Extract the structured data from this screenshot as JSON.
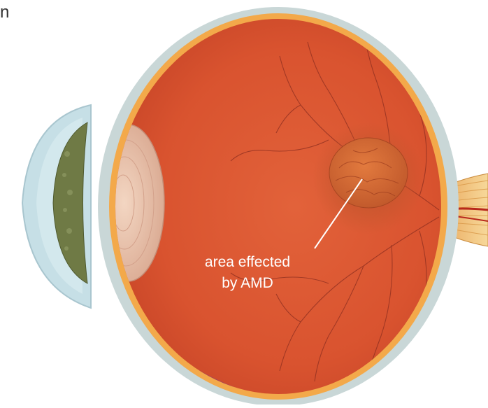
{
  "corner_text": "n",
  "annotation": {
    "line1": "area effected",
    "line2": "by AMD"
  },
  "colors": {
    "background": "#ffffff",
    "sclera": "#c9d7d7",
    "eye_interior": "#d9532f",
    "choroid_rim": "#f3a94a",
    "ciliary_body": "#a5455c",
    "lens": "#e8c6ae",
    "iris": "#6f7a45",
    "cornea": "#c6dfe6",
    "macula_lesion": "#cf6632",
    "optic_nerve": "#f2c27a",
    "vessels": "#8e2f20",
    "annotation_text": "#ffffff",
    "leader_line": "#ffffff"
  },
  "icons": [
    "eyeball-cross-section",
    "lens",
    "iris",
    "cornea",
    "optic-nerve",
    "macula-lesion"
  ]
}
